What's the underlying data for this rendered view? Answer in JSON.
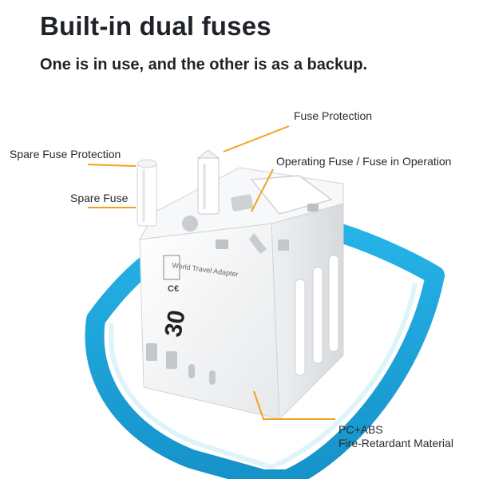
{
  "headline": "Built-in dual fuses",
  "subheadline": "One is in use, and the other is as a backup.",
  "callouts": {
    "fuse_protection": "Fuse Protection",
    "spare_fuse_protection": "Spare Fuse Protection",
    "operating_fuse": "Operating Fuse / Fuse in Operation",
    "spare_fuse": "Spare Fuse",
    "material_line1": "PC+ABS",
    "material_line2": "Fire-Retardant Material"
  },
  "product_markings": {
    "brand": "30",
    "model": "World Travel Adapter"
  },
  "colors": {
    "leader_line": "#f0a21c",
    "shield": "#1aa6dc",
    "text": "#1f2228",
    "device": "#f4f5f6"
  }
}
